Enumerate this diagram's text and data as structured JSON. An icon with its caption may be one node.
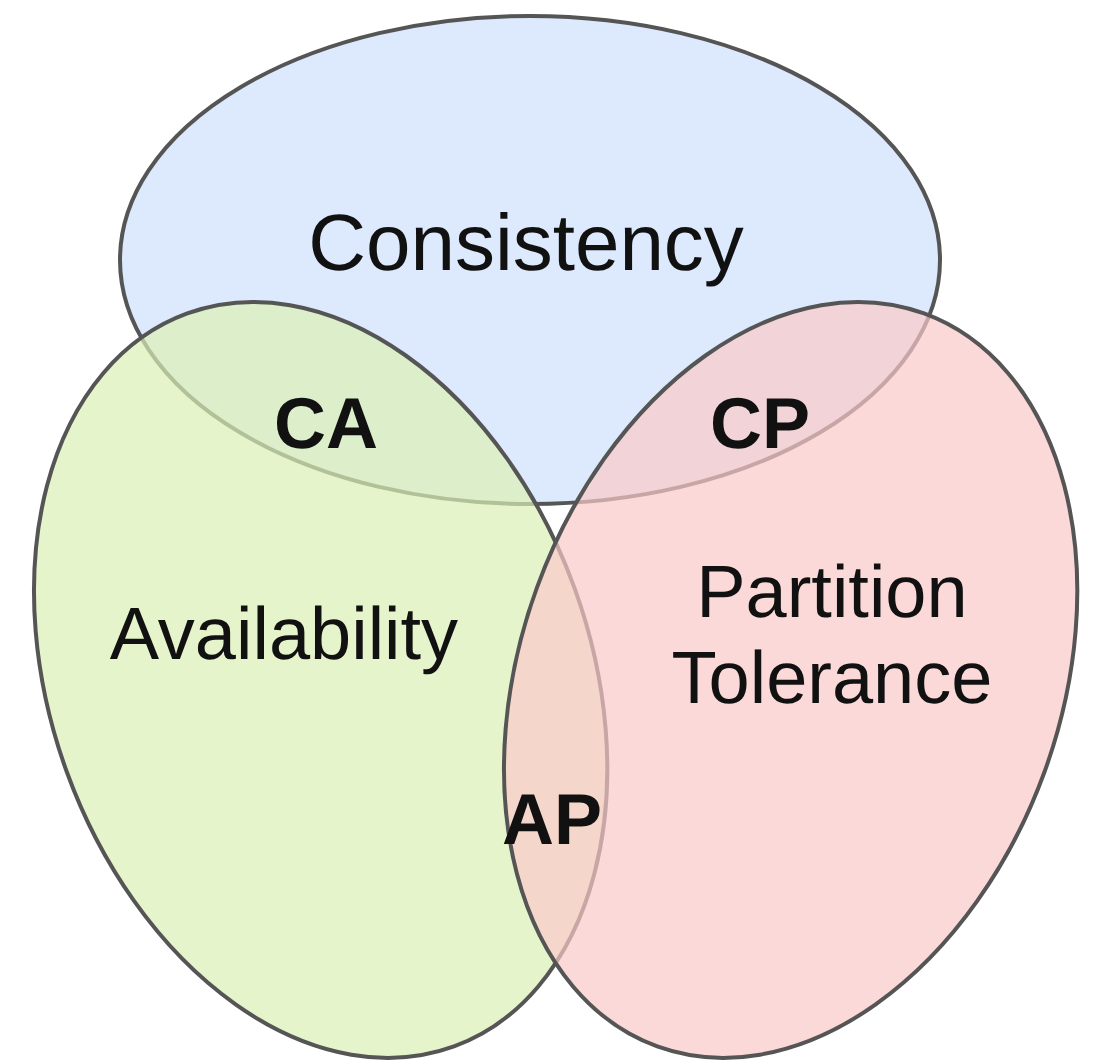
{
  "diagram": {
    "nodes": [
      {
        "text": [
          "Consistency"
        ]
      },
      {
        "text": [
          "Availability"
        ]
      },
      {
        "text": [
          "Partition Tolerance"
        ]
      }
    ],
    "edges": [],
    "labels": [
      "CA",
      "CP",
      "AP"
    ]
  }
}
